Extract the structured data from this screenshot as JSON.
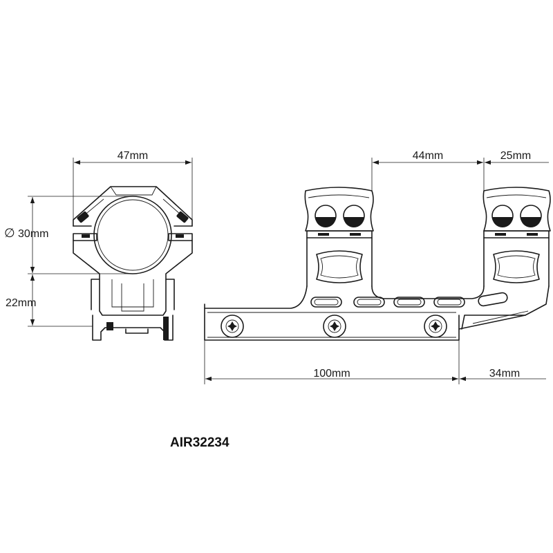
{
  "dimensions": {
    "ring_width": "47mm",
    "ring_diameter": "30mm",
    "diameter_symbol": "∅",
    "ring_height": "22mm",
    "ring_spacing": "44mm",
    "ring_clamp_width": "25mm",
    "base_length": "100mm",
    "offset": "34mm"
  },
  "part_number": "AIR32234",
  "colors": {
    "line": "#1a1a1a",
    "background": "#ffffff"
  }
}
